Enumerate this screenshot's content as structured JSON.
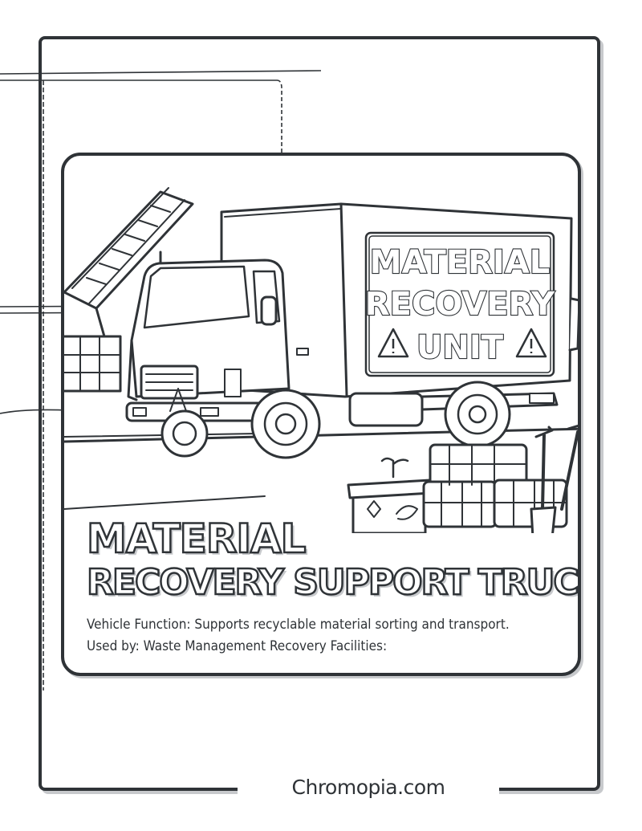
{
  "card": {
    "title_line1": "MATERIAL",
    "title_line2": "RECOVERY SUPPORT TRUCK",
    "description_line1": "Vehicle Function: Supports recyclable material sorting and transport.",
    "description_line2": "Used by: Waste Management Recovery Facilities:"
  },
  "truck_sign": {
    "line1": "MATERIAL",
    "line2": "RECOVERY",
    "line3": "UNIT"
  },
  "footer": {
    "brand": "Chromopia.com"
  },
  "icons": [
    "warning-icon",
    "recycle-bin-icon",
    "shovel-icon",
    "hay-bale-icon",
    "conveyor-icon"
  ],
  "colors": {
    "ink": "#2f3337",
    "shadow": "#c7c9cc",
    "paper": "#ffffff"
  }
}
